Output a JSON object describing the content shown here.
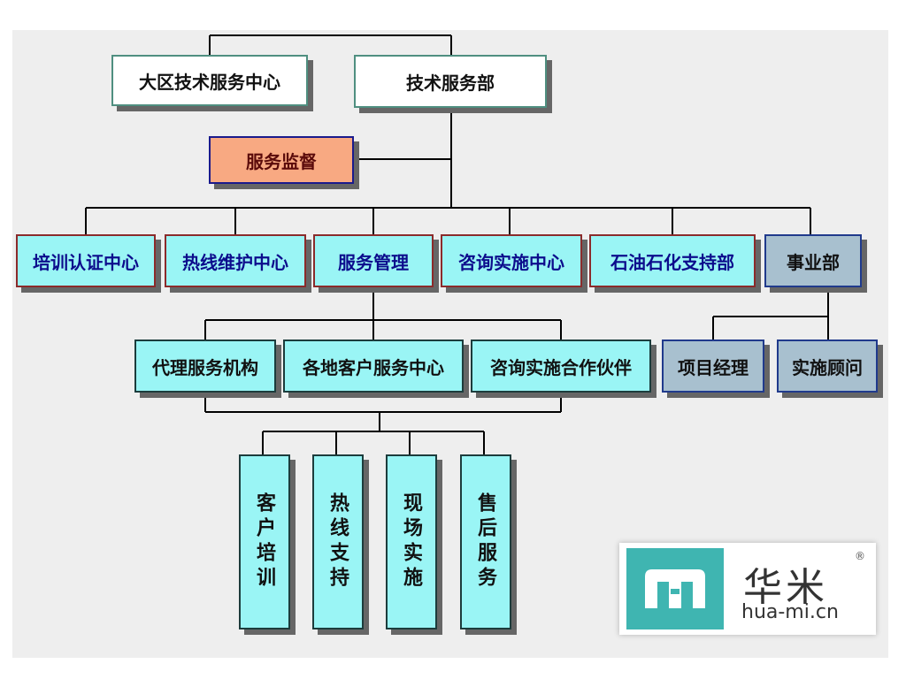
{
  "nodes": {
    "region_center": "大区技术服务中心",
    "tech_dept": "技术服务部",
    "supervision": "服务监督",
    "training_center": "培训认证中心",
    "hotline_center": "热线维护中心",
    "service_mgmt": "服务管理",
    "consult_center": "咨询实施中心",
    "petro_support": "石油石化支持部",
    "business_dept": "事业部",
    "agent_org": "代理服务机构",
    "local_center": "各地客户服务中心",
    "partners": "咨询实施合作伙伴",
    "project_manager": "项目经理",
    "consultant": "实施顾问",
    "customer_training": "客户培训",
    "hotline_support": "热线支持",
    "onsite": "现场实施",
    "after_sales": "售后服务"
  },
  "logo": {
    "name": "hua-mi-logo",
    "cn": "华米",
    "reg": "®",
    "en": "hua-mi.cn",
    "color": "#3fb5b1"
  },
  "colors": {
    "frame_bg": "#eeeeee",
    "cyan": "#9af5f5",
    "orange": "#f8a982",
    "steel": "#a8c0cf"
  }
}
